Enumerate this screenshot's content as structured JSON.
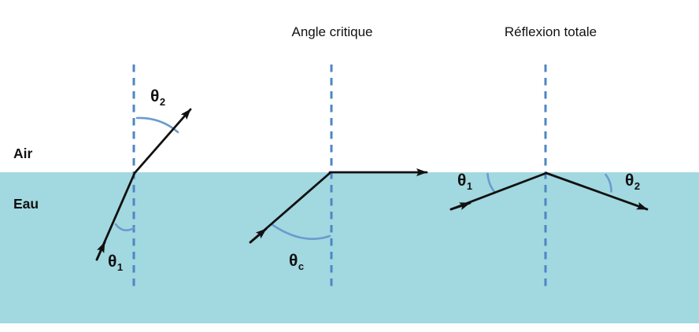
{
  "colors": {
    "bg": "#ffffff",
    "water": "#a2d8e0",
    "dash": "#4e86c4",
    "arc": "#6b9bce",
    "ink": "#111111"
  },
  "regions": {
    "air_label": "Air",
    "water_label": "Eau"
  },
  "panels": [
    {
      "title": "",
      "angles": [
        {
          "symbol": "θ",
          "sub": "1"
        },
        {
          "symbol": "θ",
          "sub": "2"
        }
      ]
    },
    {
      "title": "Angle critique",
      "angles": [
        {
          "symbol": "θ",
          "sub": "c"
        }
      ]
    },
    {
      "title": "Réflexion totale",
      "angles": [
        {
          "symbol": "θ",
          "sub": "1"
        },
        {
          "symbol": "θ",
          "sub": "2"
        }
      ]
    }
  ]
}
